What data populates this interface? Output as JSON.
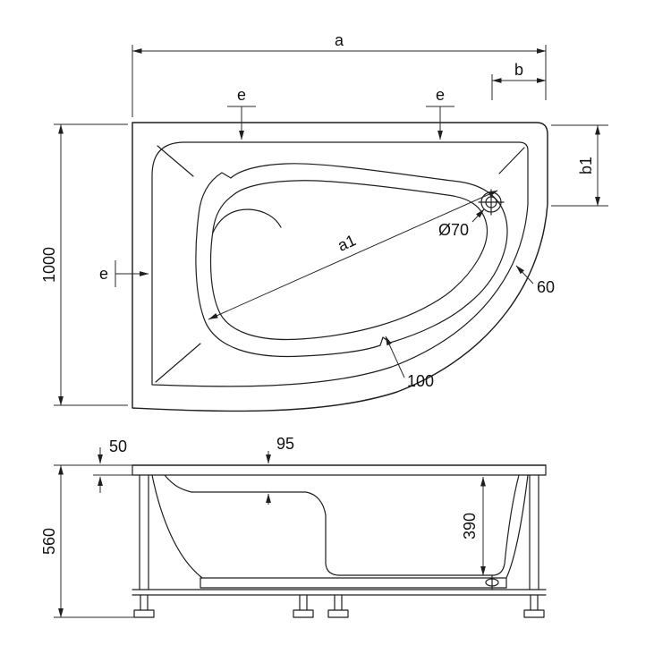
{
  "colors": {
    "ink": "#1f1f1f",
    "background": "#ffffff"
  },
  "top_view": {
    "width_label": "a",
    "corner_width_label": "b",
    "corner_depth_label": "b1",
    "depth_label": "1000",
    "rim_top_left_label": "e",
    "rim_top_right_label": "e",
    "rim_left_label": "e",
    "diagonal_label": "a1",
    "drain_label": "Ø70",
    "rim_curve_label": "60",
    "rim_bottom_label": "100"
  },
  "side_view": {
    "rim_height_label": "50",
    "ledge_depth_label": "95",
    "total_height_label": "560",
    "inner_depth_label": "390"
  }
}
